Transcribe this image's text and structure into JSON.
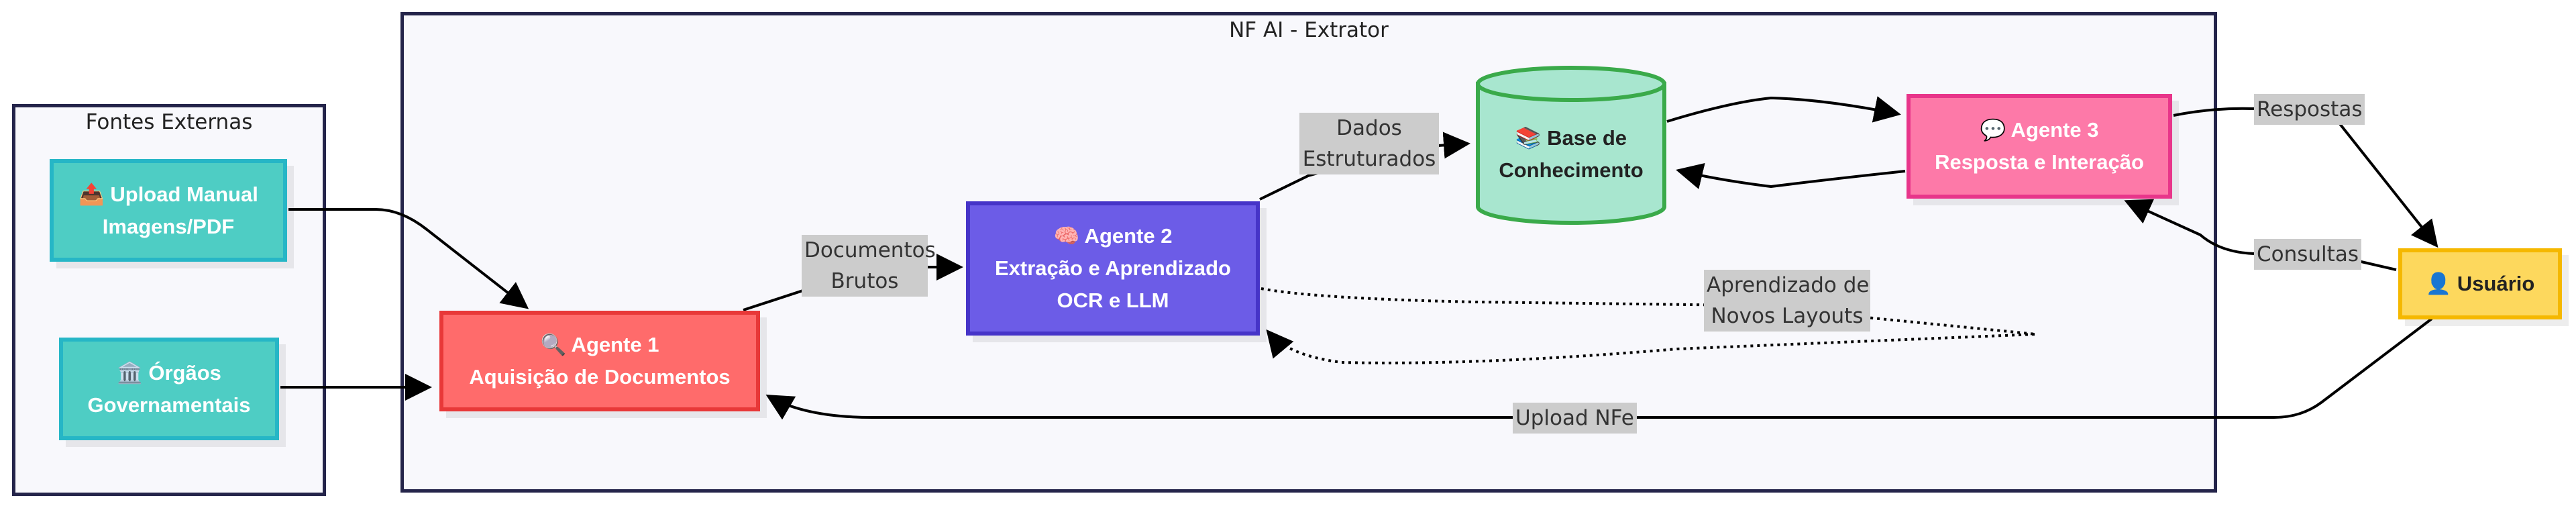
{
  "clusters": {
    "external": {
      "title": "Fontes Externas"
    },
    "extractor": {
      "title": "NF AI - Extrator"
    }
  },
  "nodes": {
    "upload": {
      "line1": "📤 Upload Manual",
      "line2": "Imagens/PDF",
      "fill": "#4ecdc4",
      "stroke": "#26b6c6"
    },
    "orgaos": {
      "line1": "🏛️ Órgãos",
      "line2": "Governamentais",
      "fill": "#4ecdc4",
      "stroke": "#26b6c6"
    },
    "agente1": {
      "line1": "🔍 Agente 1",
      "line2": "Aquisição de Documentos",
      "fill": "#ff6b6b",
      "stroke": "#e83838"
    },
    "agente2": {
      "line1": "🧠 Agente 2",
      "line2": "Extração e Aprendizado",
      "line3": "OCR e LLM",
      "fill": "#6c5ce7",
      "stroke": "#4634c8"
    },
    "base": {
      "line1": "📚 Base de",
      "line2": "Conhecimento",
      "fill": "#a8e6cf",
      "stroke": "#3aaa4a"
    },
    "agente3": {
      "line1": "💬 Agente 3",
      "line2": "Resposta e Interação",
      "fill": "#fd79a8",
      "stroke": "#e8358a"
    },
    "usuario": {
      "line1": "👤 Usuário",
      "fill": "#fdd85d",
      "stroke": "#f5b800"
    }
  },
  "edges": {
    "documentos_brutos": {
      "line1": "Documentos",
      "line2": "Brutos"
    },
    "dados_estruturados": {
      "line1": "Dados",
      "line2": "Estruturados"
    },
    "aprendizado": {
      "line1": "Aprendizado de",
      "line2": "Novos Layouts"
    },
    "respostas": {
      "label": "Respostas"
    },
    "consultas": {
      "label": "Consultas"
    },
    "upload_nfe": {
      "label": "Upload NFe"
    }
  }
}
